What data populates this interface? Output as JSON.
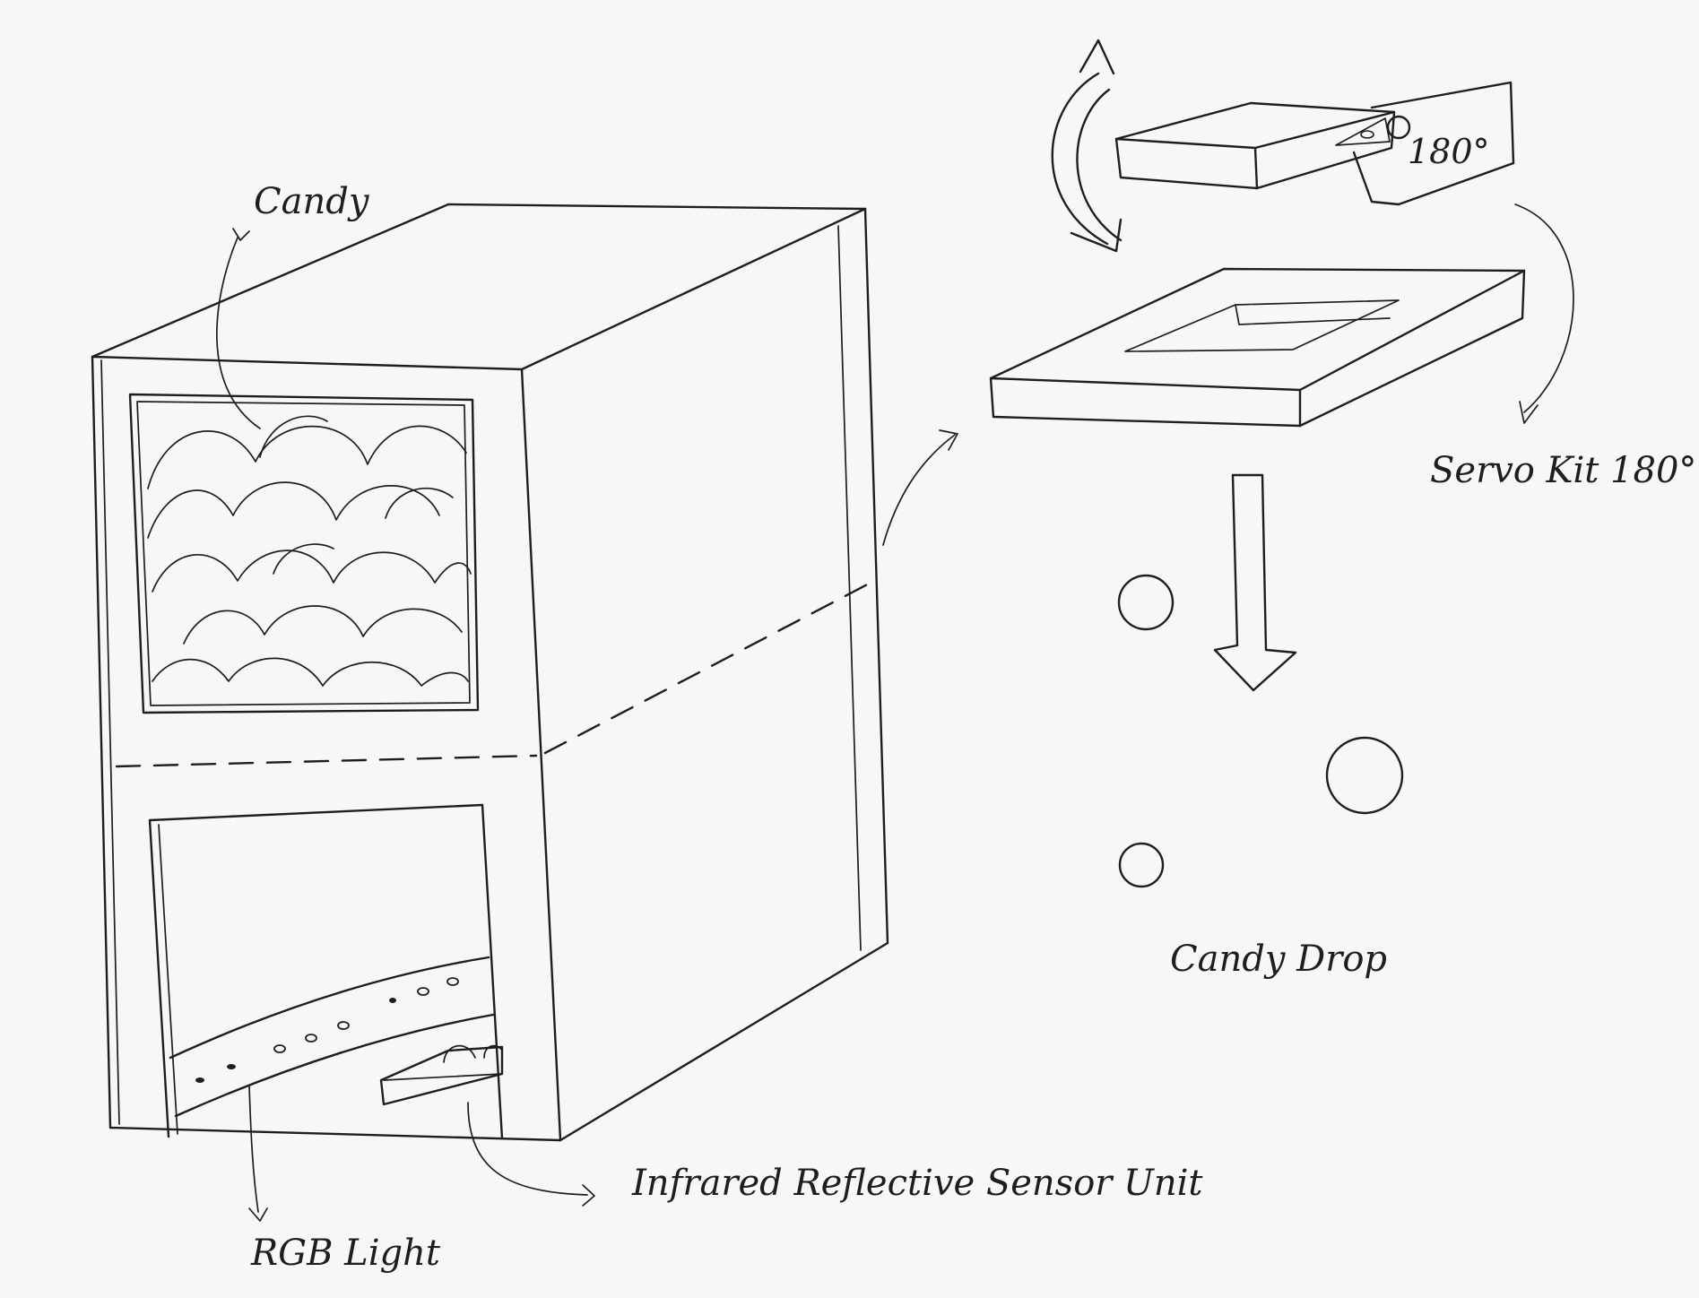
{
  "labels": {
    "candy": "Candy",
    "servo_angle": "180°",
    "servo_kit": "Servo Kit 180°",
    "candy_drop": "Candy Drop",
    "ir_sensor": "Infrared Reflective Sensor Unit",
    "rgb_light": "RGB Light"
  },
  "colors": {
    "ink": "#1e1e1e",
    "paper": "#f7f7f5"
  }
}
